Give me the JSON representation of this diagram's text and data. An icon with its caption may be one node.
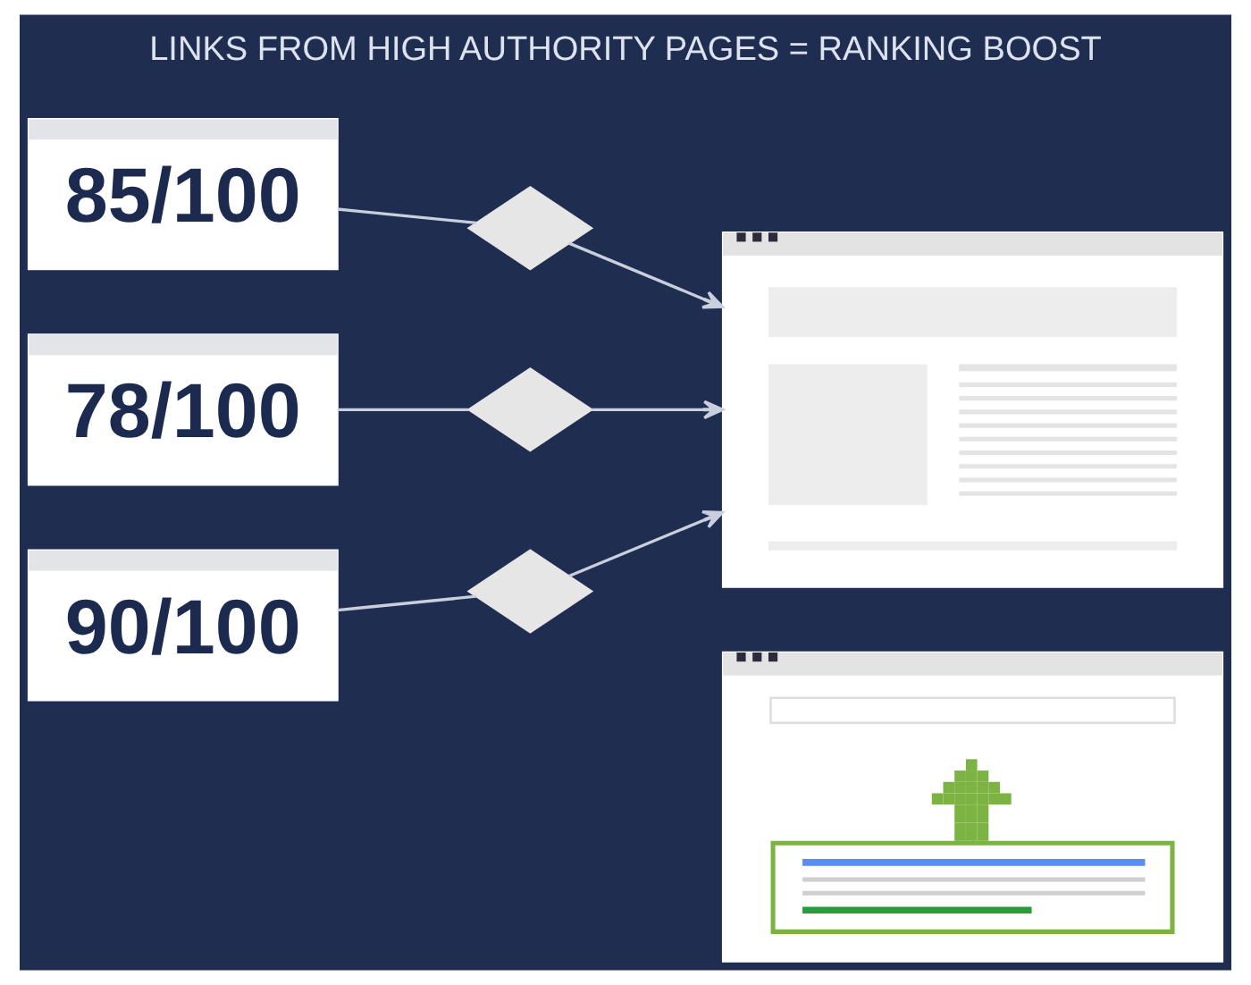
{
  "diagram": {
    "title": "LINKS FROM HIGH AUTHORITY PAGES = RANKING BOOST",
    "nodes": [
      {
        "text": [
          "85/100"
        ]
      },
      {
        "text": [
          "78/100"
        ]
      },
      {
        "text": [
          "90/100"
        ]
      },
      {
        "text": [],
        "shape": "diamond"
      },
      {
        "text": [],
        "shape": "diamond"
      },
      {
        "text": [],
        "shape": "diamond"
      },
      {
        "text": [],
        "shape": "box"
      },
      {
        "text": [],
        "shape": "box"
      }
    ],
    "edges": [
      {
        "from": 0,
        "to": 3,
        "arrow": "none"
      },
      {
        "from": 3,
        "to": 6,
        "arrow": "to"
      },
      {
        "from": 1,
        "to": 4,
        "arrow": "none"
      },
      {
        "from": 4,
        "to": 6,
        "arrow": "to"
      },
      {
        "from": 2,
        "to": 5,
        "arrow": "none"
      },
      {
        "from": 5,
        "to": 6,
        "arrow": "to"
      }
    ]
  }
}
